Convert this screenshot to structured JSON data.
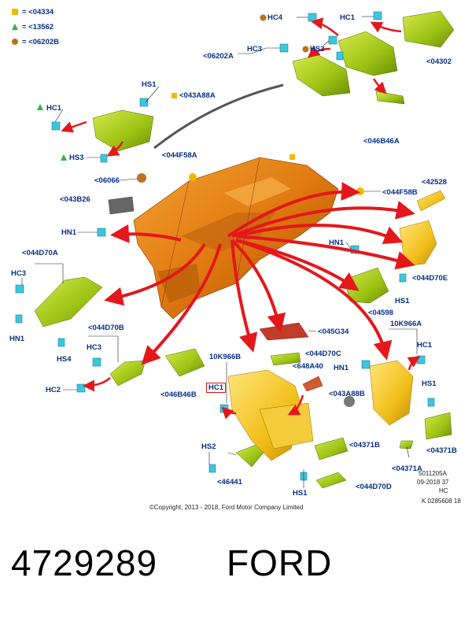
{
  "legend": [
    {
      "symbol": "square",
      "color": "#f2b705",
      "text": "= <04334"
    },
    {
      "symbol": "triangle",
      "color": "#2fb34a",
      "text": "= <13562"
    },
    {
      "symbol": "circle",
      "color": "#c0701a",
      "text": "= <06202B"
    }
  ],
  "labels": {
    "hc4": "HC4",
    "hc1_top": "HC1",
    "hs3_top": "HS3",
    "hc3_top": "HC3",
    "p06202a": "<06202A",
    "p04302": "<04302",
    "p046b46a": "<046B46A",
    "hs1_a": "HS1",
    "p043a88a": "<043A88A",
    "hc1_left": "HC1",
    "hs3_left": "HS3",
    "p06066": "<06066",
    "p044f58a": "<044F58A",
    "p043b26": "<043B26",
    "p044f58b": "<044F58B",
    "p42528": "<42528",
    "hn1_left": "HN1",
    "hn1_right": "HN1",
    "p044d70e": "<044D70E",
    "hs1_right": "HS1",
    "p04598": "<04598",
    "p044d70a": "<044D70A",
    "hc3_left": "HC3",
    "hn1_far": "HN1",
    "hs4": "HS4",
    "p044d70b": "<044D70B",
    "hc3_mid": "HC3",
    "hc2": "HC2",
    "p046b46b": "<046B46B",
    "p10k966b": "10K966B",
    "hc1_boxed": "HC1",
    "p044d70c": "<044D70C",
    "p648a40": "<648A40",
    "p045g34": "<045G34",
    "p10k966a": "10K966A",
    "hc1_right": "HC1",
    "hn1_center": "HN1",
    "hs1_far": "HS1",
    "p043a88b": "<043A88B",
    "hs2": "HS2",
    "p04371b_a": "<04371B",
    "p04371b_b": "<04371B",
    "p04371a": "<04371A",
    "p46441": "<46441",
    "hs1_bottom": "HS1",
    "p044d70d": "<044D70D"
  },
  "codes": [
    "5011205A",
    "09-2018 37",
    "HC",
    "K 0285608 18"
  ],
  "copyright": "©Copyright, 2013 - 2018, Ford Motor Company Limited",
  "part_number": "4729289",
  "brand": "FORD"
}
